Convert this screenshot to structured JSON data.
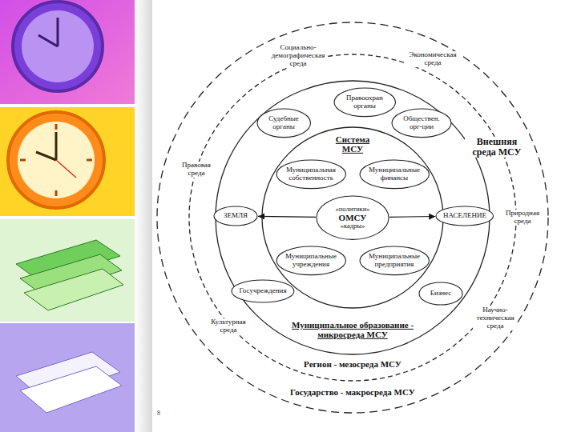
{
  "diagram": {
    "nodes": [
      {
        "text": [
          "Государство - макросреда МСУ"
        ]
      },
      {
        "text": [
          "Регион - мезосреда МСУ"
        ],
        "in": 0
      },
      {
        "text": [
          "Муниципальное образование - микросреда МСУ"
        ],
        "in": 1
      },
      {
        "text": [
          "Правоохран органы"
        ],
        "in": 2
      },
      {
        "text": [
          "Судебные органы"
        ],
        "in": 2
      },
      {
        "text": [
          "Обществен. орг-ции"
        ],
        "in": 2
      },
      {
        "text": [
          "Система МСУ"
        ],
        "in": 2
      },
      {
        "text": [
          "Муниципальная собственность"
        ],
        "in": 6
      },
      {
        "text": [
          "Муниципальные финансы"
        ],
        "in": 6
      },
      {
        "text": [
          "«политики»",
          "ОМСУ",
          "«кадры»"
        ],
        "in": 6
      },
      {
        "text": [
          "ЗЕМЛЯ"
        ],
        "in": 2
      },
      {
        "text": [
          "НАСЕЛЕНИЕ"
        ],
        "in": 2
      },
      {
        "text": [
          "Муниципальные учреждения"
        ],
        "in": 6
      },
      {
        "text": [
          "Муниципальные предприятия"
        ],
        "in": 6
      },
      {
        "text": [
          "Госучреждения"
        ],
        "in": 2
      },
      {
        "text": [
          "Бизнес"
        ],
        "in": 2
      }
    ],
    "edges": [
      {
        "from": 9,
        "to": 10,
        "arrow": "to"
      },
      {
        "from": 9,
        "to": 11,
        "arrow": "to"
      }
    ],
    "labels": [
      "Социально-демографическая среда",
      "Экономическая среда",
      "Внешняя среда МСУ",
      "Правовая среда",
      "Природная среда",
      "Культурная среда",
      "Научно-техническая среда",
      "8"
    ]
  }
}
